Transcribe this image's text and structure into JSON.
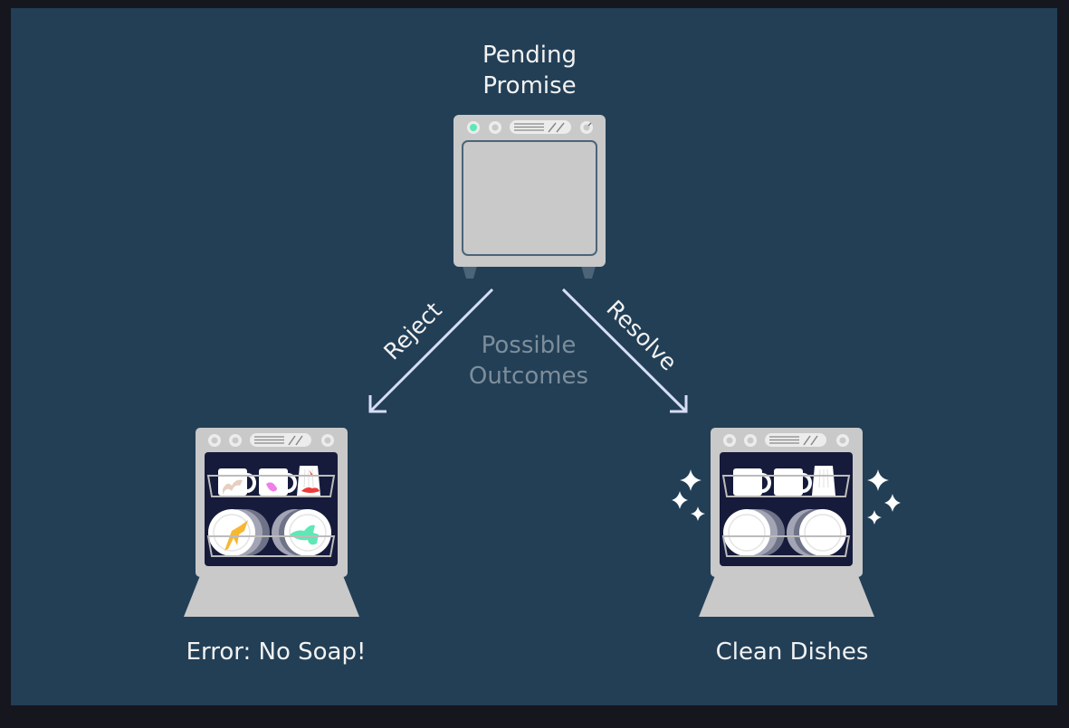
{
  "title": {
    "line1": "Pending",
    "line2": "Promise"
  },
  "center_label": {
    "line1": "Possible",
    "line2": "Outcomes"
  },
  "arrows": {
    "left": "Reject",
    "right": "Resolve"
  },
  "outcomes": {
    "rejected": "Error: No Soap!",
    "resolved": "Clean Dishes"
  },
  "colors": {
    "background": "#223f56",
    "frame": "#16161f",
    "appliance": "#c9c9c9",
    "interior": "#161b3b",
    "arrow": "#d6def5",
    "muted_text": "#7d8e9b",
    "indicator_on": "#5ee8b5",
    "stain_beige": "#e5cfc1",
    "stain_pink": "#f07ee8",
    "stain_red": "#f03a3a",
    "stain_yellow": "#f7b733",
    "stain_green": "#5ee8b5"
  }
}
